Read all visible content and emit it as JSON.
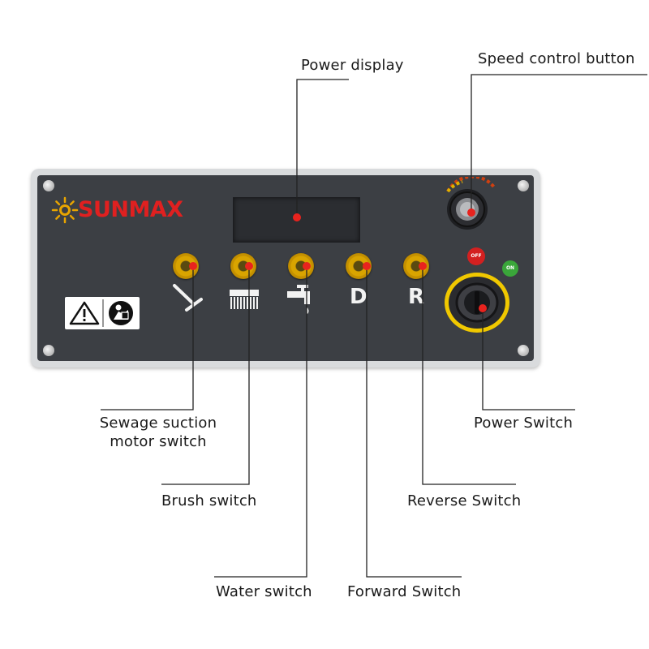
{
  "brand": {
    "name": "SUNMAX"
  },
  "callouts": {
    "power_display": "Power display",
    "speed_control": "Speed control button",
    "sewage_line1": "Sewage suction",
    "sewage_line2": "motor switch",
    "brush": "Brush switch",
    "water": "Water switch",
    "forward": "Forward Switch",
    "reverse": "Reverse Switch",
    "power_switch": "Power Switch"
  },
  "panel": {
    "forward_symbol": "D",
    "reverse_symbol": "R",
    "off_label": "OFF",
    "on_label": "ON"
  },
  "icons": [
    "sun-logo-icon",
    "squeegee-icon",
    "brush-icon",
    "water-tap-icon",
    "warning-triangle-icon",
    "read-manual-icon",
    "speed-knob-icon",
    "key-switch-icon"
  ],
  "colors": {
    "panel": "#3c3f44",
    "brand_red": "#e02020",
    "button_yellow": "#d9a400",
    "callout_dot": "#e8231e",
    "off_red": "#d32020",
    "on_green": "#3aa63a"
  }
}
